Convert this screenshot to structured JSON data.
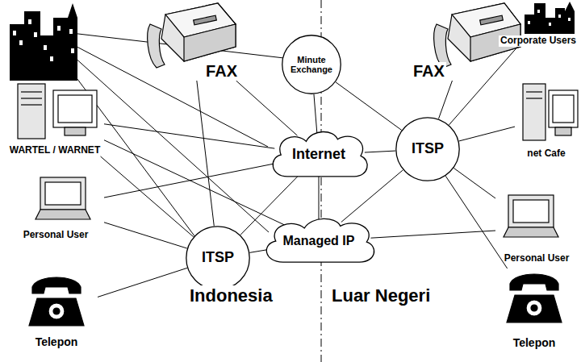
{
  "diagram": {
    "nodes": [
      {
        "text": [
          "FAX"
        ]
      },
      {
        "text": [
          "Minute Exchange"
        ]
      },
      {
        "text": [
          "FAX"
        ]
      },
      {
        "text": [
          "Corporate Users"
        ]
      },
      {
        "text": [
          "WARTEL / WARNET"
        ]
      },
      {
        "text": [
          "Internet"
        ]
      },
      {
        "text": [
          "ITSP"
        ]
      },
      {
        "text": [
          "net Cafe"
        ]
      },
      {
        "text": [
          "Personal User"
        ]
      },
      {
        "text": [
          "ITSP"
        ]
      },
      {
        "text": [
          "Managed IP"
        ]
      },
      {
        "text": [
          "Personal User"
        ]
      },
      {
        "text": [
          "Telepon"
        ]
      },
      {
        "text": [
          "Telepon"
        ]
      }
    ],
    "edges": [
      {
        "from": 0,
        "to": 9,
        "arrow": "none"
      },
      {
        "from": 0,
        "to": 5,
        "arrow": "none"
      },
      {
        "from": 4,
        "to": 9,
        "arrow": "none"
      },
      {
        "from": 4,
        "to": 5,
        "arrow": "none"
      },
      {
        "from": 4,
        "to": 10,
        "arrow": "none"
      },
      {
        "from": 8,
        "to": 9,
        "arrow": "none"
      },
      {
        "from": 8,
        "to": 5,
        "arrow": "none"
      },
      {
        "from": 12,
        "to": 9,
        "arrow": "none"
      },
      {
        "from": 9,
        "to": 5,
        "arrow": "none"
      },
      {
        "from": 9,
        "to": 10,
        "arrow": "none"
      },
      {
        "from": 1,
        "to": 5,
        "arrow": "none"
      },
      {
        "from": 5,
        "to": 10,
        "arrow": "none"
      },
      {
        "from": 1,
        "to": 6,
        "arrow": "none"
      },
      {
        "from": 2,
        "to": 6,
        "arrow": "none"
      },
      {
        "from": 3,
        "to": 6,
        "arrow": "none"
      },
      {
        "from": 7,
        "to": 6,
        "arrow": "none"
      },
      {
        "from": 5,
        "to": 6,
        "arrow": "none"
      },
      {
        "from": 6,
        "to": 10,
        "arrow": "none"
      },
      {
        "from": 11,
        "to": 6,
        "arrow": "none"
      },
      {
        "from": 11,
        "to": 10,
        "arrow": "none"
      },
      {
        "from": 13,
        "to": 6,
        "arrow": "none"
      }
    ],
    "labels": [
      "Indonesia",
      "Luar Negeri"
    ]
  }
}
